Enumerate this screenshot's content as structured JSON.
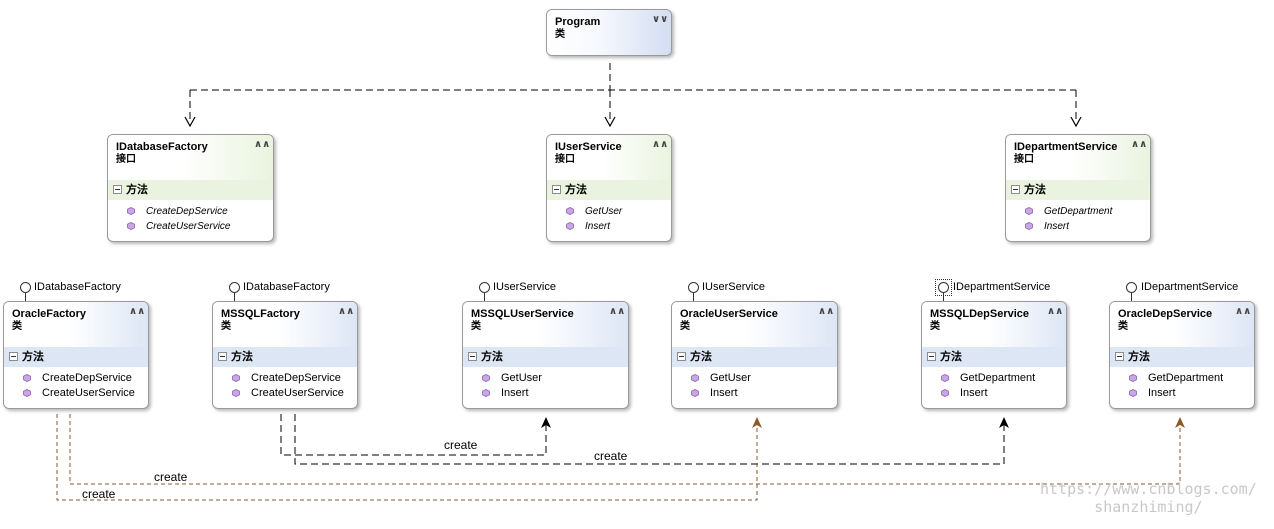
{
  "program": {
    "name": "Program",
    "kind": "类"
  },
  "section_label": "方法",
  "interfaces": [
    {
      "name": "IDatabaseFactory",
      "kind": "接口",
      "methods": [
        "CreateDepService",
        "CreateUserService"
      ]
    },
    {
      "name": "IUserService",
      "kind": "接口",
      "methods": [
        "GetUser",
        "Insert"
      ]
    },
    {
      "name": "IDepartmentService",
      "kind": "接口",
      "methods": [
        "GetDepartment",
        "Insert"
      ]
    }
  ],
  "classes": [
    {
      "name": "OracleFactory",
      "kind": "类",
      "implements": "IDatabaseFactory",
      "methods": [
        "CreateDepService",
        "CreateUserService"
      ]
    },
    {
      "name": "MSSQLFactory",
      "kind": "类",
      "implements": "IDatabaseFactory",
      "methods": [
        "CreateDepService",
        "CreateUserService"
      ]
    },
    {
      "name": "MSSQLUserService",
      "kind": "类",
      "implements": "IUserService",
      "methods": [
        "GetUser",
        "Insert"
      ]
    },
    {
      "name": "OracleUserService",
      "kind": "类",
      "implements": "IUserService",
      "methods": [
        "GetUser",
        "Insert"
      ]
    },
    {
      "name": "MSSQLDepService",
      "kind": "类",
      "implements": "IDepartmentService",
      "methods": [
        "GetDepartment",
        "Insert"
      ]
    },
    {
      "name": "OracleDepService",
      "kind": "类",
      "implements": "IDepartmentService",
      "methods": [
        "GetDepartment",
        "Insert"
      ]
    }
  ],
  "relations": {
    "create_labels": [
      "create",
      "create",
      "create",
      "create"
    ]
  },
  "watermark": {
    "line1": "https://www.cnblogs.com/",
    "line2": "shanzhiming/"
  },
  "colors": {
    "interface_header": "#eaf3df",
    "class_header": "#dde6f5",
    "oracle_connector": "#8b5a2b",
    "mssql_connector": "#000000",
    "method_icon": "#8e5fb4"
  }
}
